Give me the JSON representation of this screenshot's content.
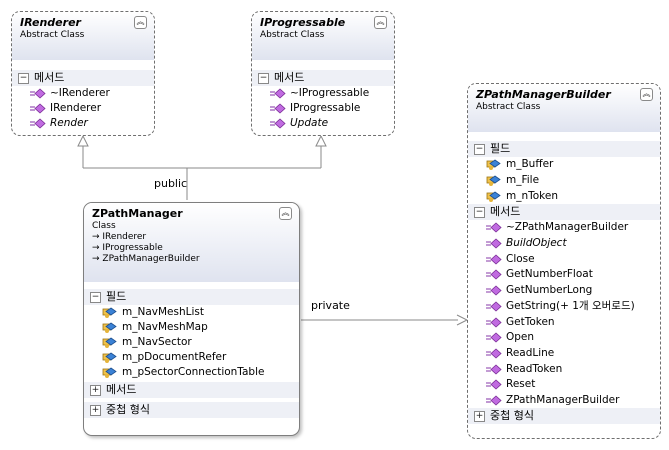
{
  "irenderer": {
    "title": "IRenderer",
    "subtitle": "Abstract Class",
    "methods_header": "메서드",
    "methods": [
      {
        "label": "~IRenderer",
        "italic": false
      },
      {
        "label": "IRenderer",
        "italic": false
      },
      {
        "label": "Render",
        "italic": true
      }
    ]
  },
  "iprogressable": {
    "title": "IProgressable",
    "subtitle": "Abstract Class",
    "methods_header": "메서드",
    "methods": [
      {
        "label": "~IProgressable",
        "italic": false
      },
      {
        "label": "IProgressable",
        "italic": false
      },
      {
        "label": "Update",
        "italic": true
      }
    ]
  },
  "zpathmanager": {
    "title": "ZPathManager",
    "subtitle": "Class",
    "implements": [
      "IRenderer",
      "IProgressable",
      "ZPathManagerBuilder"
    ],
    "fields_header": "필드",
    "fields": [
      "m_NavMeshList",
      "m_NavMeshMap",
      "m_NavSector",
      "m_pDocumentRefer",
      "m_pSectorConnectionTable"
    ],
    "methods_header": "메서드",
    "nested_header": "중첩 형식"
  },
  "zpathmanagerbuilder": {
    "title": "ZPathManagerBuilder",
    "subtitle": "Abstract Class",
    "fields_header": "필드",
    "fields": [
      "m_Buffer",
      "m_File",
      "m_nToken"
    ],
    "methods_header": "메서드",
    "methods": [
      {
        "label": "~ZPathManagerBuilder",
        "italic": false
      },
      {
        "label": "BuildObject",
        "italic": true
      },
      {
        "label": "Close",
        "italic": false
      },
      {
        "label": "GetNumberFloat",
        "italic": false
      },
      {
        "label": "GetNumberLong",
        "italic": false
      },
      {
        "label": "GetString(+ 1개 오버로드)",
        "italic": false
      },
      {
        "label": "GetToken",
        "italic": false
      },
      {
        "label": "Open",
        "italic": false
      },
      {
        "label": "ReadLine",
        "italic": false
      },
      {
        "label": "ReadToken",
        "italic": false
      },
      {
        "label": "Reset",
        "italic": false
      },
      {
        "label": "ZPathManagerBuilder",
        "italic": false
      }
    ],
    "nested_header": "중첩 형식"
  },
  "connectors": {
    "public_label": "public",
    "private_label": "private"
  }
}
